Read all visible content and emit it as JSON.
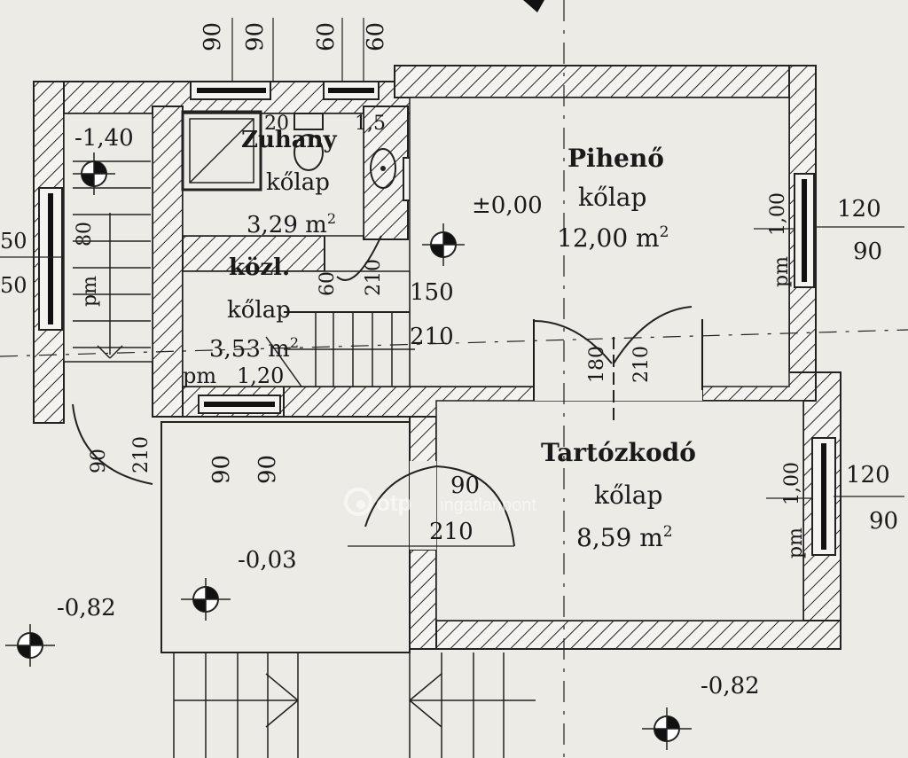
{
  "watermark": {
    "logo_text": "otp",
    "brand_text": "ingatlanpont"
  },
  "rooms": {
    "zuhany": {
      "name": "Zuhany",
      "floor": "kőlap",
      "area": "3,29 m",
      "sup": "2"
    },
    "kozl": {
      "name": "közl.",
      "floor": "kőlap",
      "area": "3,53 m",
      "sup": "2"
    },
    "piheno": {
      "name": "Pihenő",
      "floor": "kőlap",
      "area": "12,00 m",
      "sup": "2"
    },
    "tartozkodo": {
      "name": "Tartózkodó",
      "floor": "kőlap",
      "area": "8,59 m",
      "sup": "2"
    }
  },
  "levels": {
    "stair_top": "-1,40",
    "main": "±0,00",
    "entry": "-0,03",
    "outside_left": "-0,82",
    "outside_bottom": "-0,82"
  },
  "dims": {
    "top_90a": "90",
    "top_90b": "90",
    "top_60a": "60",
    "top_60b": "60",
    "wc_20": "20",
    "wc_15": "1,5",
    "left_50a": "50",
    "left_50b": "50",
    "stair_80": "80",
    "stair_pm": "pm",
    "door_60": "60",
    "door_210": "210",
    "stair_150": "150",
    "stair_210": "210",
    "pm_120": "pm   1,20",
    "dbl_180": "180",
    "dbl_210": "210",
    "win_right1_h": "1,00",
    "win_right1_pm": "pm",
    "win_right1_w": "120",
    "win_right1_h2": "90",
    "win_right2_h": "1,00",
    "win_right2_pm": "pm",
    "win_right2_w": "120",
    "win_right2_h2": "90",
    "mid_90a": "90",
    "mid_90b": "90",
    "leftdoor_90": "90",
    "leftdoor_210": "210",
    "arc_90": "90",
    "arc_210": "210"
  }
}
